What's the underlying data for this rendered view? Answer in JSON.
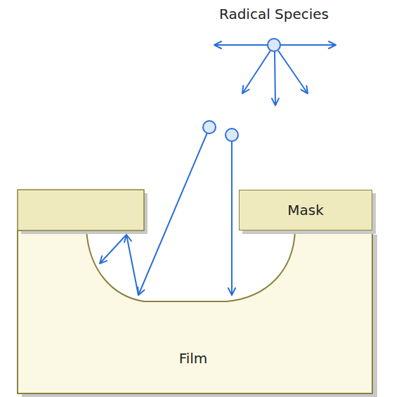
{
  "diagram": {
    "nodes": [
      {
        "text": [
          "Mask"
        ]
      },
      {
        "text": [
          "Film"
        ]
      }
    ],
    "labels": [
      "Radical Species"
    ]
  }
}
